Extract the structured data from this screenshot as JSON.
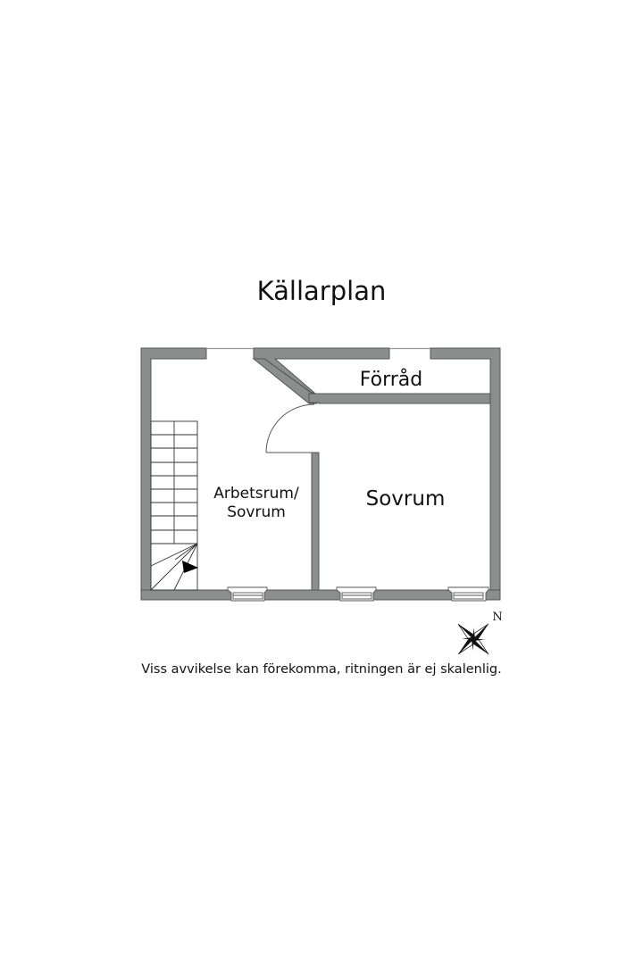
{
  "title": "Källarplan",
  "rooms": [
    {
      "name": "Förråd",
      "label_lines": [
        "Förråd"
      ]
    },
    {
      "name": "Sovrum",
      "label_lines": [
        "Sovrum"
      ]
    },
    {
      "name": "Arbetsrum/Sovrum",
      "label_lines": [
        "Arbetsrum/",
        "Sovrum"
      ]
    }
  ],
  "compass": {
    "north_label": "N"
  },
  "disclaimer": "Viss avvikelse kan förekomma, ritningen är ej skalenlig.",
  "colors": {
    "wall_fill": "#8c8e8e",
    "wall_edge": "#555757",
    "line": "#333333",
    "background": "#ffffff"
  }
}
